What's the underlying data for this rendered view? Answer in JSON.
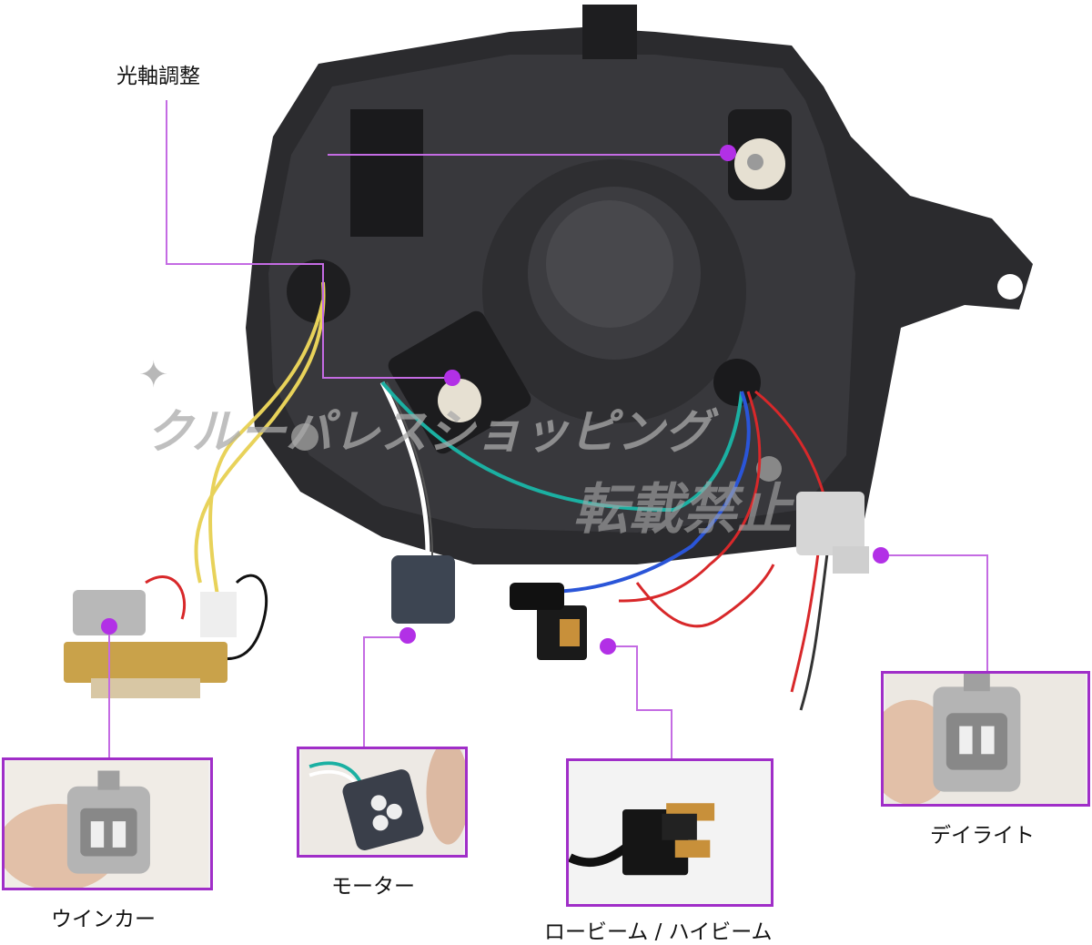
{
  "labels": {
    "optical_axis": "光軸調整",
    "turn_signal": "ウインカー",
    "motor": "モーター",
    "low_high_beam": "ロービーム / ハイビーム",
    "day_light": "デイライト"
  },
  "watermark": {
    "shop": "クルーパレスショッピング",
    "notice": "転載禁止"
  },
  "colors": {
    "accent": "#a02ec8",
    "callout_dot": "#b230e6",
    "housing": "#2b2b2e",
    "wire_yellow": "#e8d25a",
    "wire_red": "#d8282a",
    "wire_blue": "#2a55d8",
    "wire_teal": "#1bb0a2"
  }
}
